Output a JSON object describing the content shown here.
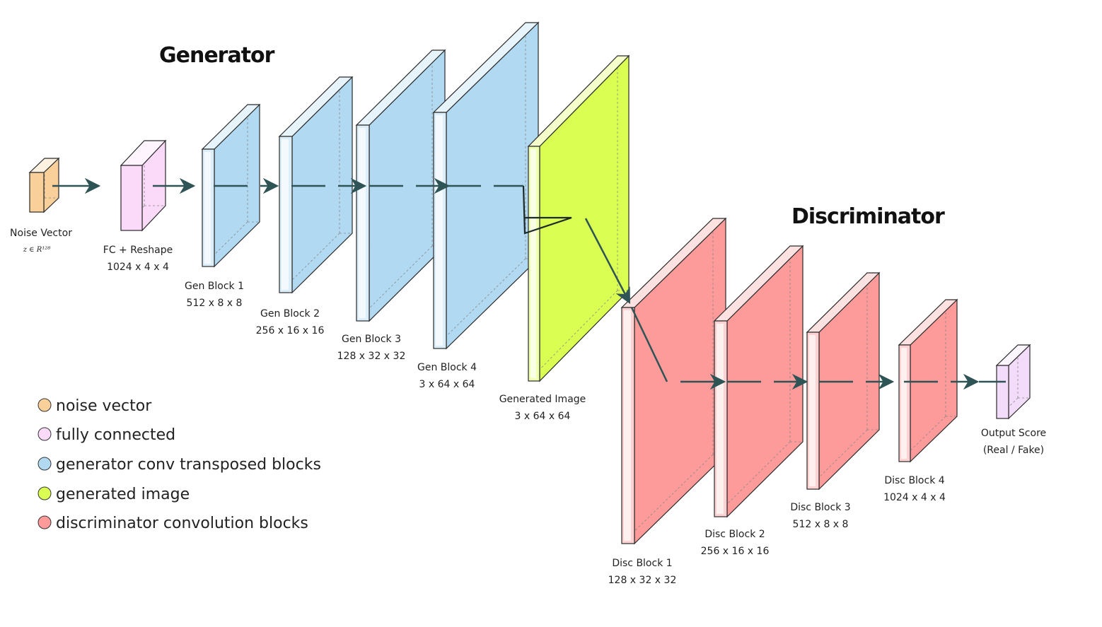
{
  "titles": {
    "generator": "Generator",
    "discriminator": "Discriminator"
  },
  "colors": {
    "noise": "#f9cf9a",
    "fc": "#fbd9f8",
    "gen": "#b1d9f1",
    "image": "#daff52",
    "disc": "#fd9a9a",
    "output": "#f3dcfa",
    "arrow": "#2e5455"
  },
  "blocks": {
    "noise": {
      "name": "Noise Vector",
      "dims": "z ∈ R¹²⁸"
    },
    "fc": {
      "name": "FC + Reshape",
      "dims": "1024 x 4 x 4"
    },
    "gen1": {
      "name": "Gen Block 1",
      "dims": "512 x 8 x 8"
    },
    "gen2": {
      "name": "Gen Block 2",
      "dims": "256 x 16 x 16"
    },
    "gen3": {
      "name": "Gen Block 3",
      "dims": "128 x 32 x 32"
    },
    "gen4": {
      "name": "Gen Block 4",
      "dims": "3 x 64 x 64"
    },
    "image": {
      "name": "Generated Image",
      "dims": "3 x 64 x 64"
    },
    "disc1": {
      "name": "Disc Block 1",
      "dims": "128 x 32 x 32"
    },
    "disc2": {
      "name": "Disc Block 2",
      "dims": "256 x 16 x 16"
    },
    "disc3": {
      "name": "Disc Block 3",
      "dims": "512 x 8 x 8"
    },
    "disc4": {
      "name": "Disc Block 4",
      "dims": "1024 x 4 x 4"
    },
    "output": {
      "name": "Output Score",
      "dims": "(Real / Fake)"
    }
  },
  "legend": [
    {
      "label": "noise vector",
      "color": "#f9cf9a"
    },
    {
      "label": "fully connected",
      "color": "#fbd9f8"
    },
    {
      "label": "generator conv transposed blocks",
      "color": "#b1d9f1"
    },
    {
      "label": "generated image",
      "color": "#daff52"
    },
    {
      "label": "discriminator convolution blocks",
      "color": "#fd9a9a"
    }
  ]
}
